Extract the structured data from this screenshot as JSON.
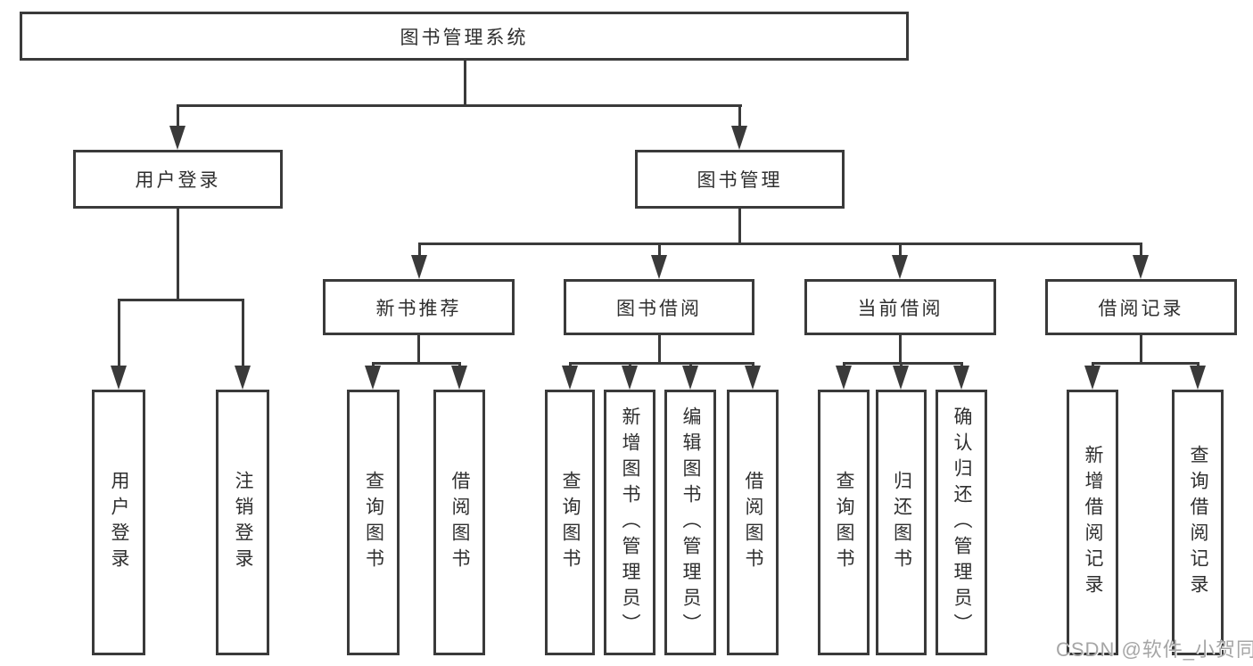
{
  "root": {
    "label": "图书管理系统"
  },
  "level2": [
    {
      "label": "用户登录"
    },
    {
      "label": "图书管理"
    }
  ],
  "level3": [
    {
      "label": "新书推荐"
    },
    {
      "label": "图书借阅"
    },
    {
      "label": "当前借阅"
    },
    {
      "label": "借阅记录"
    }
  ],
  "leaves": [
    {
      "label": "用户登录"
    },
    {
      "label": "注销登录"
    },
    {
      "label": "查询图书"
    },
    {
      "label": "借阅图书"
    },
    {
      "label": "查询图书"
    },
    {
      "label": "新增图书（管理员）"
    },
    {
      "label": "编辑图书（管理员）"
    },
    {
      "label": "借阅图书"
    },
    {
      "label": "查询图书"
    },
    {
      "label": "归还图书"
    },
    {
      "label": "确认归还（管理员）"
    },
    {
      "label": "新增借阅记录"
    },
    {
      "label": "查询借阅记录"
    }
  ],
  "watermark": {
    "text": "CSDN @软件_小贺同学"
  },
  "colors": {
    "line": "#3a3a3a",
    "text": "#2f2f2f",
    "watermark": "#a6a6a6",
    "background": "#ffffff"
  }
}
